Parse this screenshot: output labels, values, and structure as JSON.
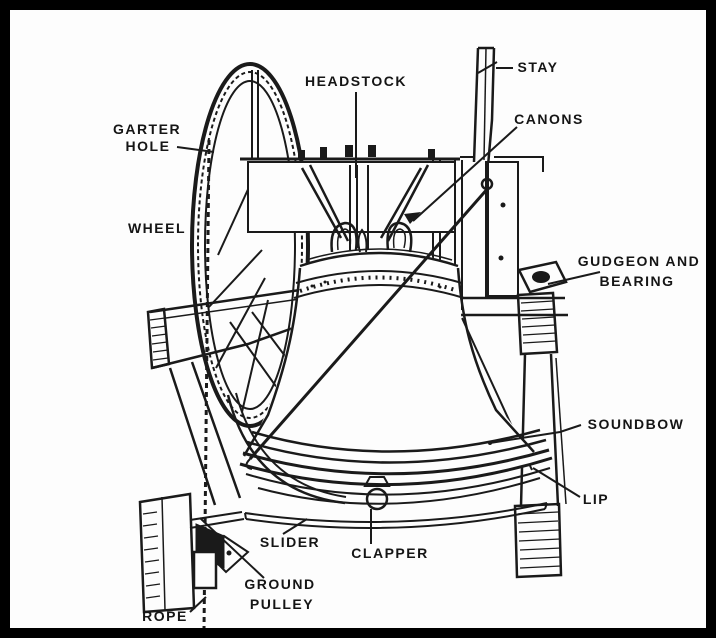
{
  "figure": {
    "type": "diagram",
    "subject": "Parts of a church bell hung for change ringing, with wooden frame, wheel and fittings"
  },
  "colors": {
    "ink": "#1a1a1a",
    "paper": "#fdfdfd",
    "border": "#000000"
  },
  "labels": {
    "garter_hole_line1": "GARTER",
    "garter_hole_line2": "HOLE",
    "headstock": "HEADSTOCK",
    "stay": "STAY",
    "canons": "CANONS",
    "wheel": "WHEEL",
    "gudgeon_line1": "GUDGEON AND",
    "gudgeon_line2": "BEARING",
    "soundbow": "SOUNDBOW",
    "lip": "LIP",
    "slider": "SLIDER",
    "clapper": "CLAPPER",
    "ground_pulley_line1": "GROUND",
    "ground_pulley_line2": "PULLEY",
    "rope": "ROPE"
  }
}
